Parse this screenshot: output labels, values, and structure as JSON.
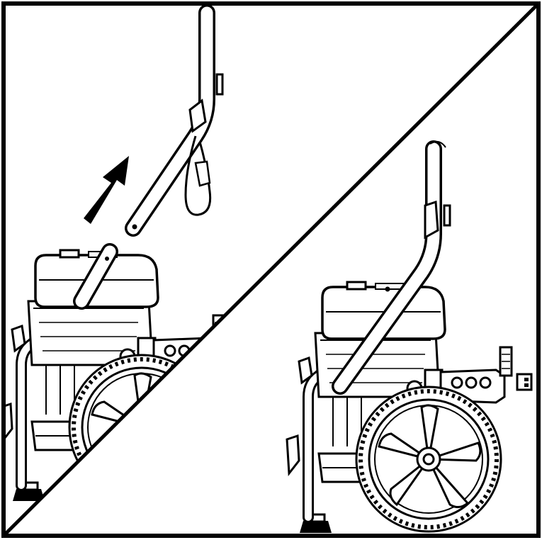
{
  "figure": {
    "panels": [
      {
        "id": "before",
        "illustration": "pressure-washer-frame-with-detached-handle"
      },
      {
        "id": "after",
        "illustration": "pressure-washer-assembled-with-handle"
      }
    ],
    "arrow_icon": "up-right-arrow-icon",
    "colors": {
      "ink": "#000000",
      "paper": "#ffffff",
      "light": "#f2f2f2"
    }
  }
}
